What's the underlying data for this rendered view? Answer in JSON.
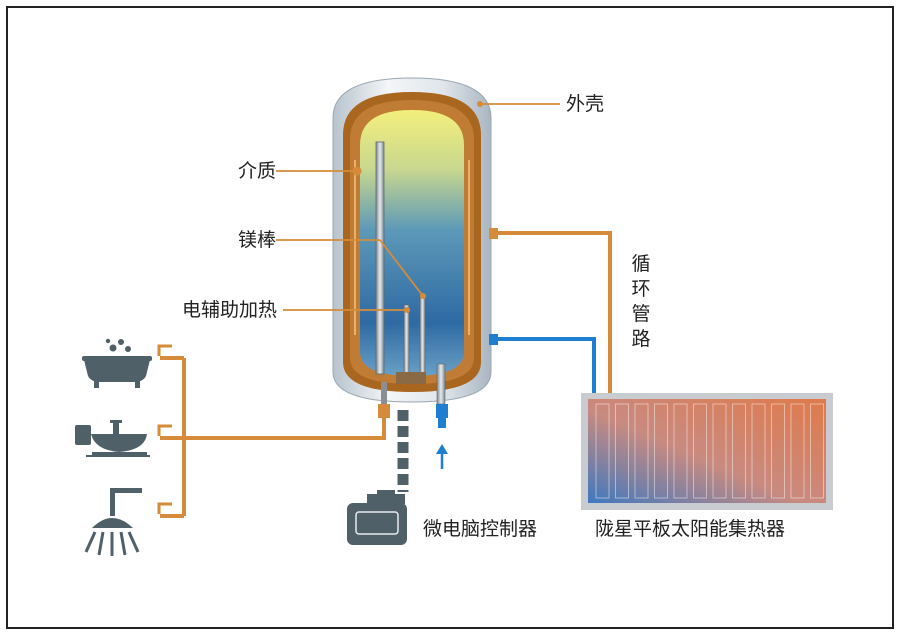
{
  "labels": {
    "shell": "外壳",
    "medium": "介质",
    "magnesium_rod": "镁棒",
    "electric_heater": "电辅助加热",
    "circulation_pipe": "循环管路",
    "controller": "微电脑控制器",
    "collector": "陇星平板太阳能集热器"
  },
  "colors": {
    "pipe_hot": "#d68b3a",
    "pipe_cold": "#1e7fd0",
    "device": "#4f6068",
    "label_text": "#222222",
    "frame": "#222222"
  },
  "icons": [
    "bathtub-icon",
    "washbasin-icon",
    "shower-icon",
    "controller-icon",
    "water-flow-arrow-icon"
  ]
}
